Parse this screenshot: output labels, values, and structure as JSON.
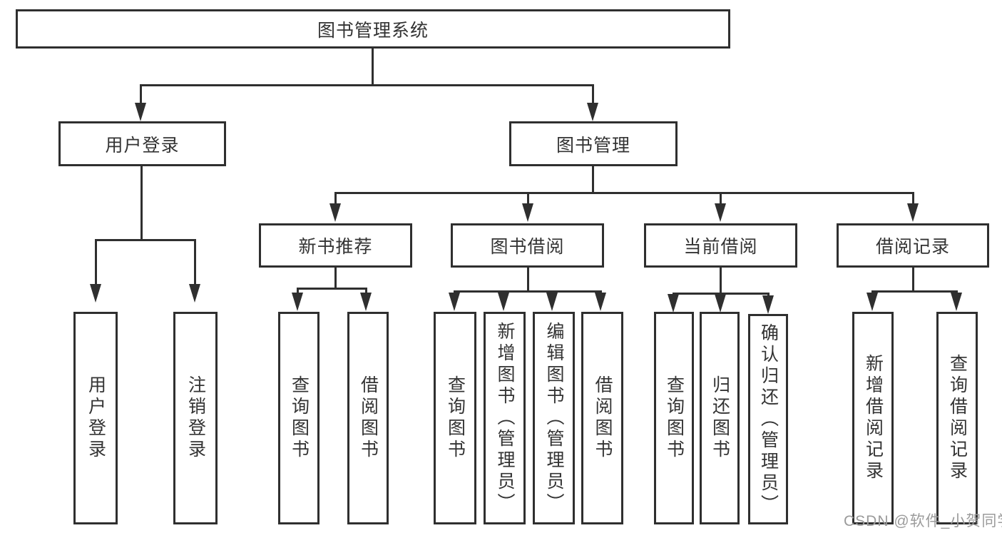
{
  "diagram": {
    "title_node": "图书管理系统",
    "root": {
      "label": "图书管理系统"
    },
    "branches": [
      {
        "label": "用户登录",
        "children": [
          {
            "label": "用户登录"
          },
          {
            "label": "注销登录"
          }
        ]
      },
      {
        "label": "图书管理",
        "children": [
          {
            "label": "新书推荐",
            "children": [
              {
                "label": "查询图书"
              },
              {
                "label": "借阅图书"
              }
            ]
          },
          {
            "label": "图书借阅",
            "children": [
              {
                "label": "查询图书"
              },
              {
                "label": "新增图书（管理员）"
              },
              {
                "label": "编辑图书（管理员）"
              },
              {
                "label": "借阅图书"
              }
            ]
          },
          {
            "label": "当前借阅",
            "children": [
              {
                "label": "查询图书"
              },
              {
                "label": "归还图书"
              },
              {
                "label": "确认归还（管理员）"
              }
            ]
          },
          {
            "label": "借阅记录",
            "children": [
              {
                "label": "新增借阅记录"
              },
              {
                "label": "查询借阅记录"
              }
            ]
          }
        ]
      }
    ]
  },
  "watermark": {
    "text": "CSDN @软件_小贺同学"
  },
  "colors": {
    "line": "#2f2f2f",
    "text": "#333333",
    "watermark": "#9b9b9b",
    "background": "#ffffff"
  }
}
